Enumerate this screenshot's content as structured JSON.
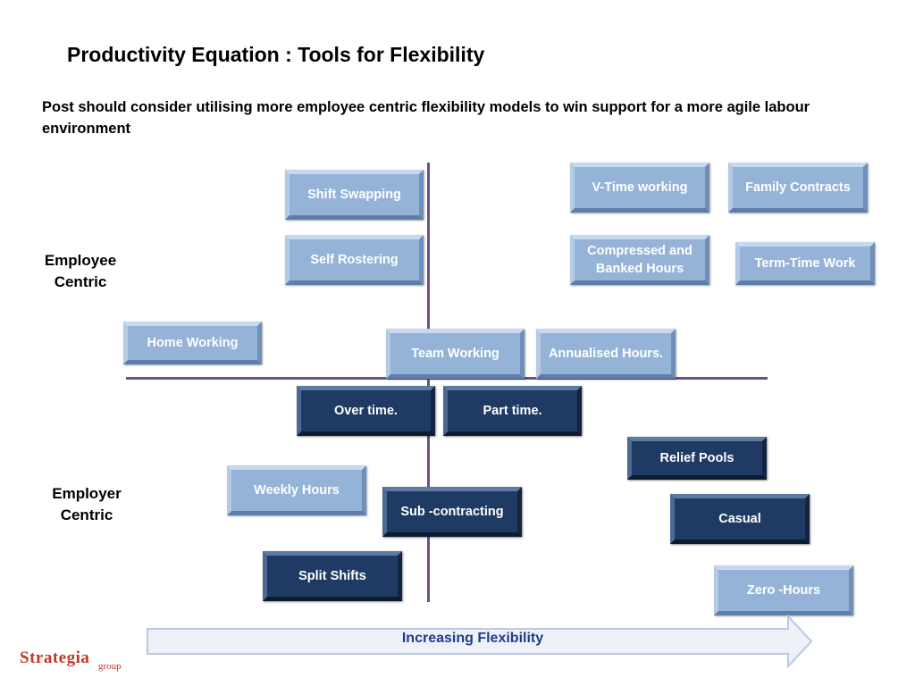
{
  "title": "Productivity Equation  :  Tools for Flexibility",
  "subtitle": "Post should consider utilising more employee centric flexibility models to win support for a  more agile labour environment",
  "axes": {
    "employee_line1": "Employee",
    "employee_line2": "Centric",
    "employer_line1": "Employer",
    "employer_line2": "Centric",
    "arrow_label": "Increasing Flexibility"
  },
  "tiles": {
    "shift_swapping": "Shift Swapping",
    "v_time": "V-Time working",
    "family_contracts": "Family Contracts",
    "self_rostering": "Self Rostering",
    "compressed_line1": "Compressed and",
    "compressed_line2": "Banked Hours",
    "term_time": "Term-Time Work",
    "home_working": "Home Working",
    "team_working": "Team Working",
    "annualised": "Annualised Hours.",
    "over_time": "Over time.",
    "part_time": "Part  time.",
    "relief_pools": "Relief Pools",
    "weekly_hours": "Weekly Hours",
    "sub_contracting": "Sub -contracting",
    "casual": "Casual",
    "split_shifts": "Split Shifts",
    "zero_hours": "Zero -Hours"
  },
  "logo": {
    "main": "Strategia",
    "sub": "group"
  },
  "colors": {
    "light_tile": "#95b3d7",
    "dark_tile": "#1f3b63",
    "axis": "#6b4f86",
    "arrow_text": "#1f3b8f",
    "logo": "#c0392b"
  }
}
